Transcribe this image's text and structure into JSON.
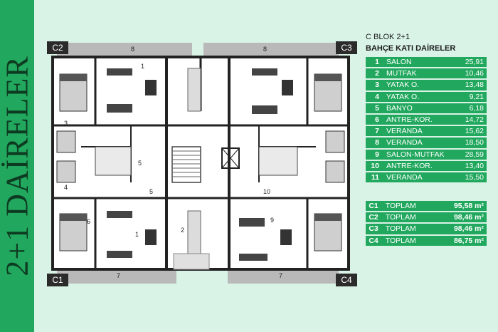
{
  "vertical_title": "2+1 DAİRELER",
  "block_title": "C BLOK 2+1",
  "floor_title": "BAHÇE KATI DAİRELER",
  "unit_labels": {
    "c1": "C1",
    "c2": "C2",
    "c3": "C3",
    "c4": "C4"
  },
  "plan_numbers": [
    "8",
    "8",
    "1",
    "1",
    "3",
    "4",
    "5",
    "5",
    "6",
    "2",
    "7",
    "10",
    "9",
    "7"
  ],
  "rooms": [
    {
      "no": "1",
      "name": "SALON",
      "area": "25,91"
    },
    {
      "no": "2",
      "name": "MUTFAK",
      "area": "10,46"
    },
    {
      "no": "3",
      "name": "YATAK O.",
      "area": "13,48"
    },
    {
      "no": "4",
      "name": "YATAK O.",
      "area": "9,21"
    },
    {
      "no": "5",
      "name": "BANYO",
      "area": "6,18"
    },
    {
      "no": "6",
      "name": "ANTRE-KOR.",
      "area": "14,72"
    },
    {
      "no": "7",
      "name": "VERANDA",
      "area": "15,62"
    },
    {
      "no": "8",
      "name": "VERANDA",
      "area": "18,50"
    },
    {
      "no": "9",
      "name": "SALON-MUTFAK",
      "area": "28,59"
    },
    {
      "no": "10",
      "name": "ANTRE-KOR.",
      "area": "13,40"
    },
    {
      "no": "11",
      "name": "VERANDA",
      "area": "15,50"
    }
  ],
  "totals": [
    {
      "unit": "C1",
      "label": "TOPLAM",
      "area": "95,58 m²"
    },
    {
      "unit": "C2",
      "label": "TOPLAM",
      "area": "98,46 m²"
    },
    {
      "unit": "C3",
      "label": "TOPLAM",
      "area": "98,46 m²"
    },
    {
      "unit": "C4",
      "label": "TOPLAM",
      "area": "86,75 m²"
    }
  ]
}
